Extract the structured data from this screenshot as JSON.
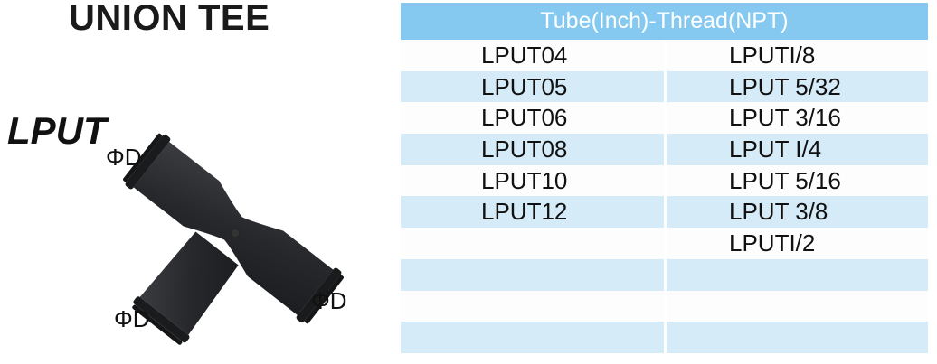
{
  "title": "UNION TEE",
  "model": "LPUT",
  "dimension_labels": [
    "ΦD",
    "ΦD",
    "ΦD"
  ],
  "table": {
    "header": "Tube(Inch)-Thread(NPT)",
    "rows": [
      {
        "col1": "LPUT04",
        "col2": "LPUTI/8"
      },
      {
        "col1": "LPUT05",
        "col2": "LPUT 5/32"
      },
      {
        "col1": "LPUT06",
        "col2": "LPUT 3/16"
      },
      {
        "col1": "LPUT08",
        "col2": "LPUT I/4"
      },
      {
        "col1": "LPUT10",
        "col2": "LPUT 5/16"
      },
      {
        "col1": "LPUT12",
        "col2": "LPUT 3/8"
      },
      {
        "col1": "",
        "col2": "LPUTI/2"
      },
      {
        "col1": "",
        "col2": ""
      },
      {
        "col1": "",
        "col2": ""
      },
      {
        "col1": "",
        "col2": ""
      }
    ]
  },
  "colors": {
    "header_bg": "#86c9f0",
    "alt_row_bg": "#d6ebf8",
    "fitting_body": "#2a2c2f"
  }
}
